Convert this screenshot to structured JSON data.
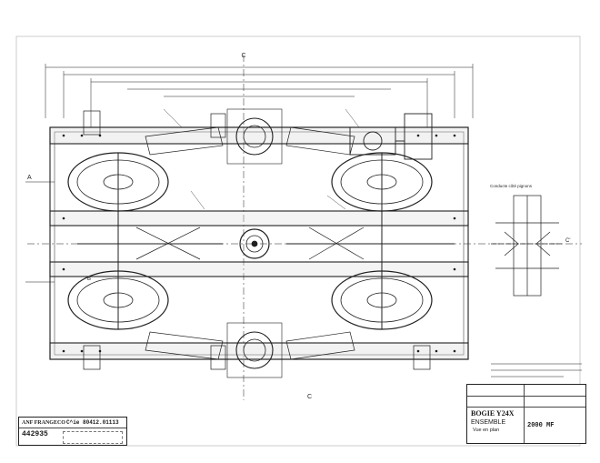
{
  "drawing": {
    "title": "BOGIE Y24X",
    "subtitle": "ENSEMBLE",
    "view": "Vue en plan",
    "drawing_no": "2000 MF",
    "side_note": "Conducte côté pignons"
  },
  "stamp": {
    "company": "ANF FRANGECO",
    "ref": "C^ie 80412.01113",
    "number": "442935"
  },
  "section_marks": {
    "top": "C",
    "bottom": "C",
    "left": "A",
    "left_lower": "B",
    "right": "C'"
  },
  "colors": {
    "ink": "#1f1f1f",
    "paper": "#ffffff",
    "fill": "#d9d9d9"
  }
}
